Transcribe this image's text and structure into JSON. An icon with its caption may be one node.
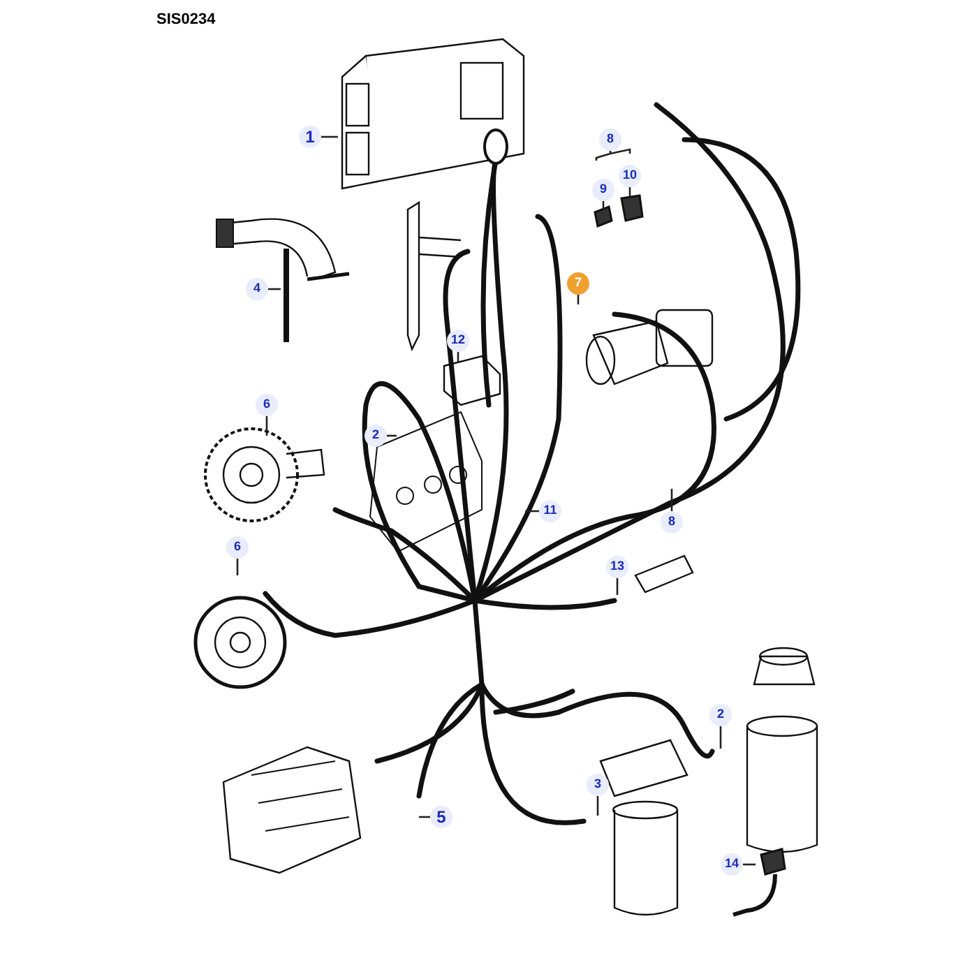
{
  "diagram": {
    "nodes": [
      {
        "text": [
          "1"
        ]
      },
      {
        "text": [
          "8"
        ]
      },
      {
        "text": [
          "10"
        ]
      },
      {
        "text": [
          "9"
        ]
      },
      {
        "text": [
          "7"
        ]
      },
      {
        "text": [
          "4"
        ]
      },
      {
        "text": [
          "12"
        ]
      },
      {
        "text": [
          "6"
        ]
      },
      {
        "text": [
          "2"
        ]
      },
      {
        "text": [
          "11"
        ]
      },
      {
        "text": [
          "8"
        ]
      },
      {
        "text": [
          "6"
        ]
      },
      {
        "text": [
          "13"
        ]
      },
      {
        "text": [
          "2"
        ]
      },
      {
        "text": [
          "3"
        ]
      },
      {
        "text": [
          "5"
        ]
      },
      {
        "text": [
          "14"
        ]
      }
    ],
    "edges": [
      {
        "from": 0,
        "to": null,
        "arrow": "none"
      },
      {
        "from": 1,
        "to": null,
        "arrow": "none"
      },
      {
        "from": 2,
        "to": null,
        "arrow": "none"
      },
      {
        "from": 3,
        "to": null,
        "arrow": "none"
      },
      {
        "from": 4,
        "to": null,
        "arrow": "none"
      },
      {
        "from": 5,
        "to": null,
        "arrow": "none"
      },
      {
        "from": 6,
        "to": null,
        "arrow": "none"
      },
      {
        "from": 7,
        "to": null,
        "arrow": "none"
      },
      {
        "from": 8,
        "to": null,
        "arrow": "none"
      },
      {
        "from": 9,
        "to": null,
        "arrow": "none"
      },
      {
        "from": 10,
        "to": null,
        "arrow": "none"
      },
      {
        "from": 11,
        "to": null,
        "arrow": "none"
      },
      {
        "from": 12,
        "to": null,
        "arrow": "none"
      },
      {
        "from": 13,
        "to": null,
        "arrow": "none"
      },
      {
        "from": 14,
        "to": null,
        "arrow": "none"
      },
      {
        "from": 15,
        "to": null,
        "arrow": "none"
      },
      {
        "from": 16,
        "to": null,
        "arrow": "none"
      }
    ],
    "labels": [
      "SIS0234"
    ]
  }
}
